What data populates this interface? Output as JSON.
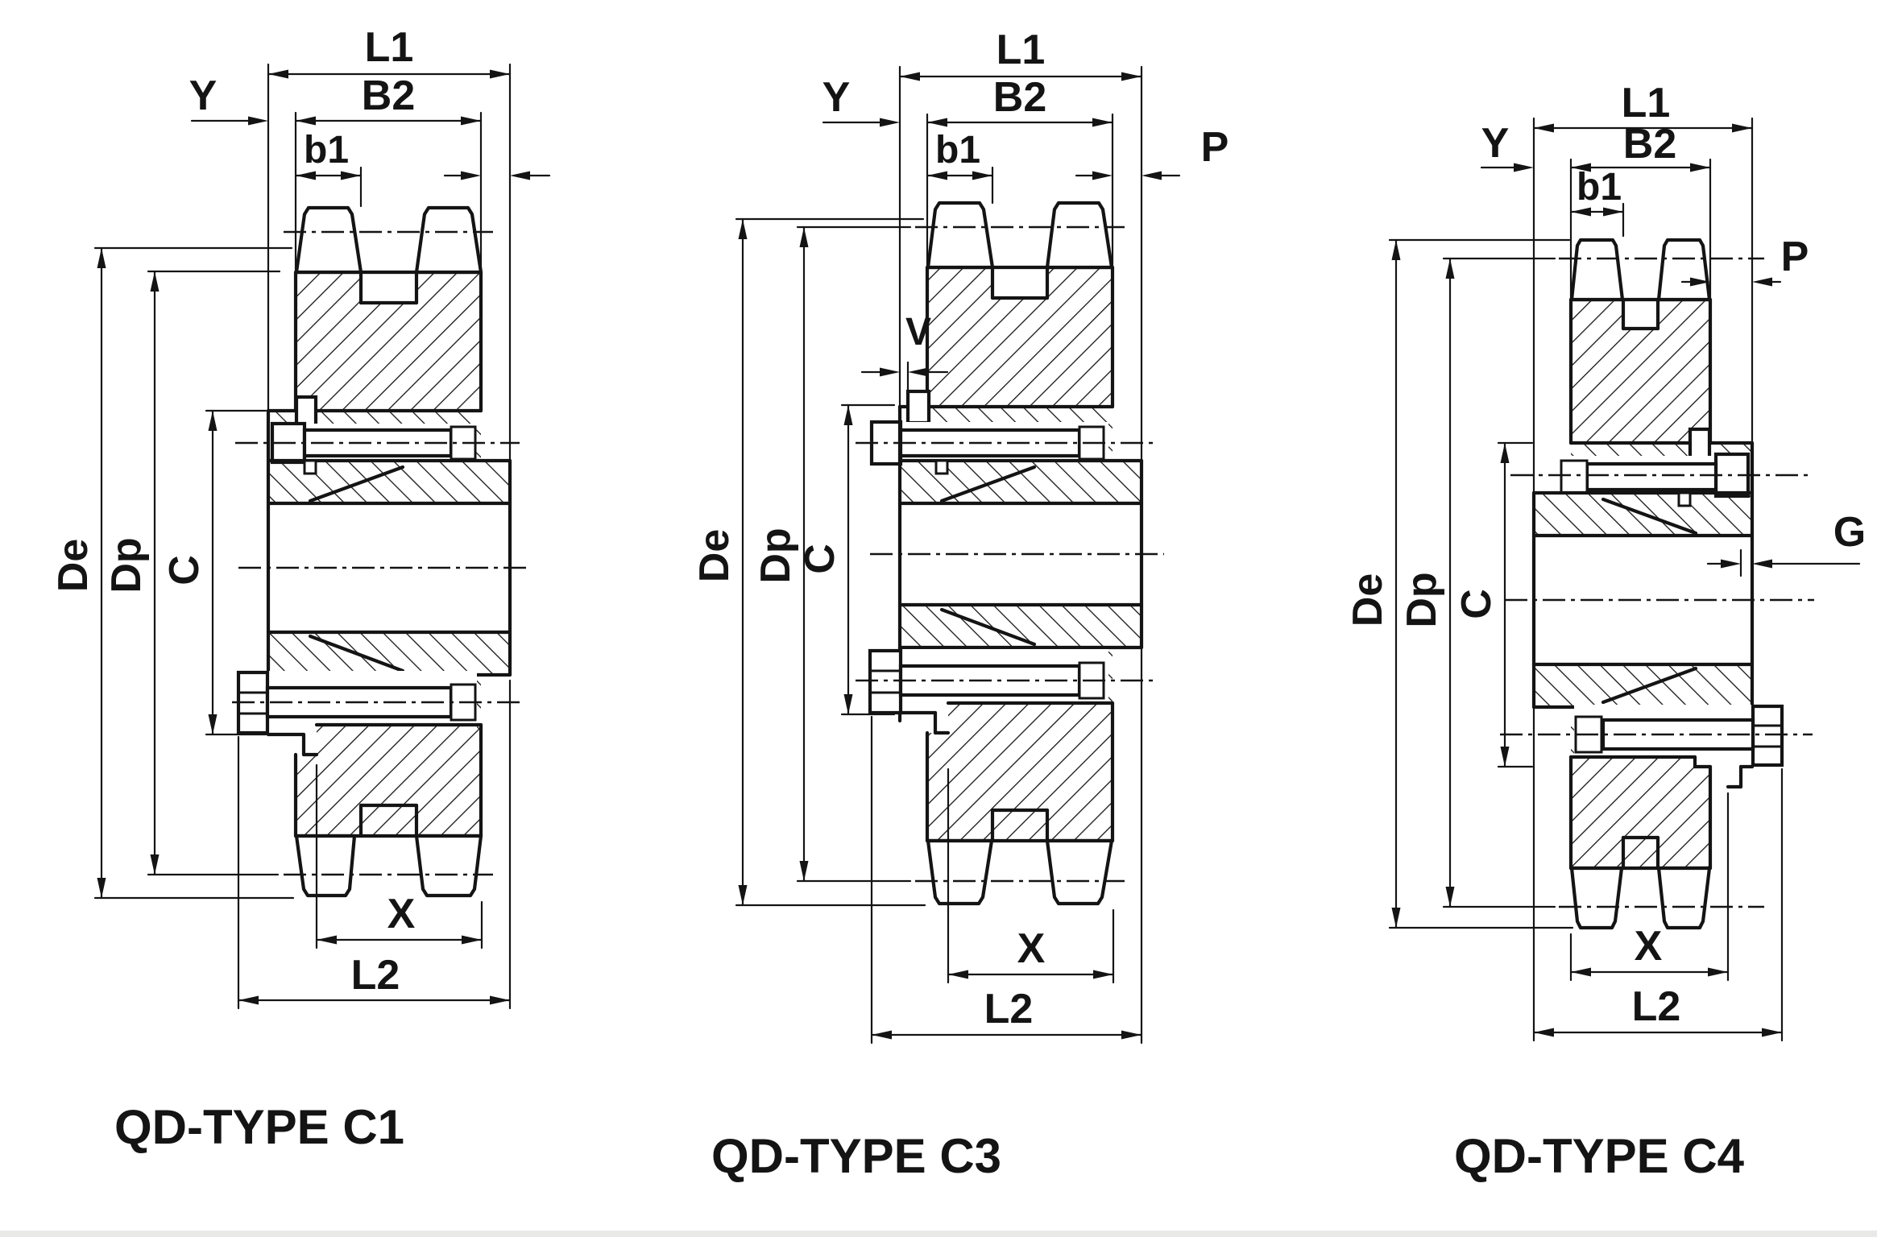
{
  "diagram": {
    "background": "#ffffff",
    "ink": "#141414",
    "drawings": [
      {
        "key": "c1",
        "title": "QD-TYPE C1",
        "dims": {
          "L1": "L1",
          "B2": "B2",
          "b1": "b1",
          "Y": "Y",
          "De": "De",
          "Dp": "Dp",
          "C": "C",
          "X": "X",
          "L2": "L2"
        }
      },
      {
        "key": "c3",
        "title": "QD-TYPE C3",
        "dims": {
          "L1": "L1",
          "B2": "B2",
          "b1": "b1",
          "Y": "Y",
          "V": "V",
          "P": "P",
          "De": "De",
          "Dp": "Dp",
          "C": "C",
          "X": "X",
          "L2": "L2"
        }
      },
      {
        "key": "c4",
        "title": "QD-TYPE C4",
        "dims": {
          "L1": "L1",
          "B2": "B2",
          "b1": "b1",
          "Y": "Y",
          "P": "P",
          "G": "G",
          "De": "De",
          "Dp": "Dp",
          "C": "C",
          "X": "X",
          "L2": "L2"
        }
      }
    ]
  }
}
